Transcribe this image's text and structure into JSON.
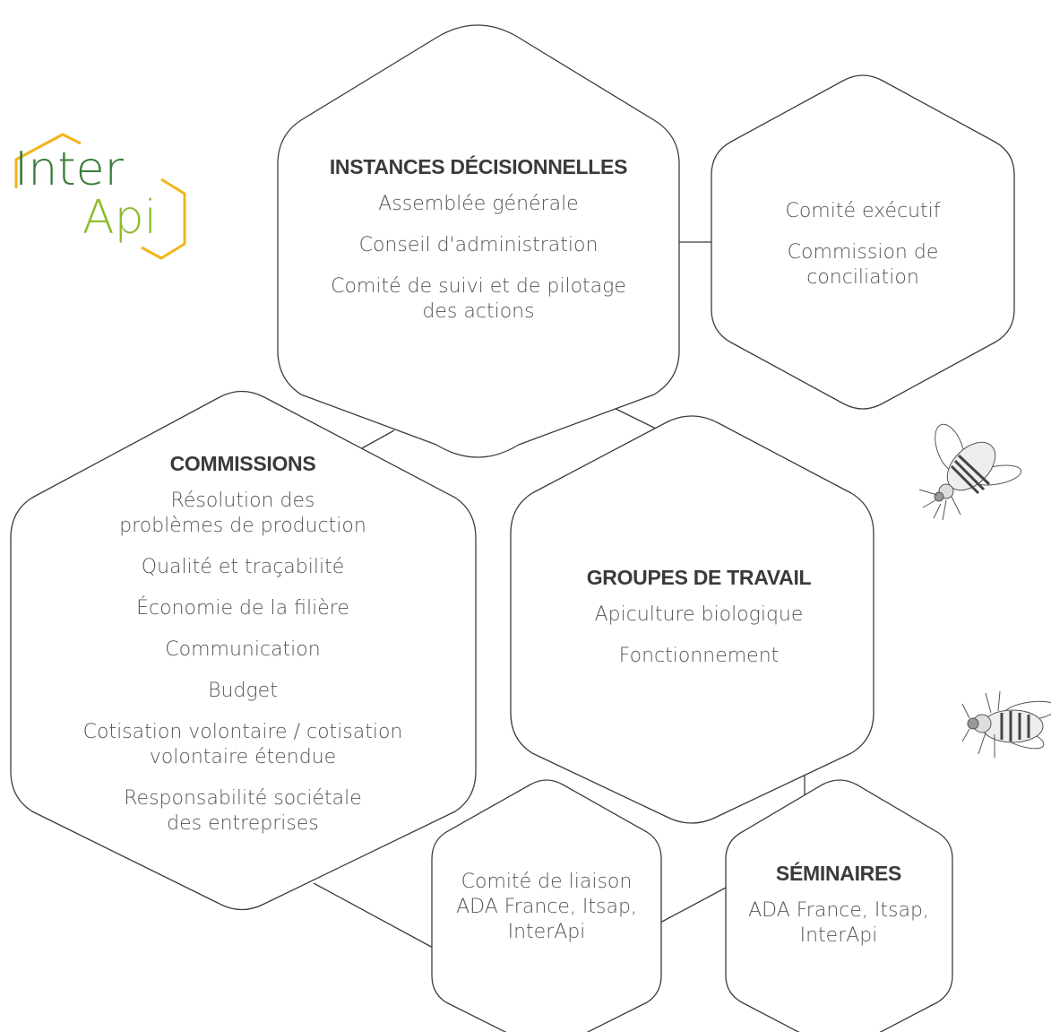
{
  "logo": {
    "line1": "Inter",
    "line2": "Api",
    "colors": {
      "inter_text": "#3a7d3a",
      "api_text": "#8dbb2c",
      "frame": "#f2b41c"
    }
  },
  "hexagons": [
    {
      "id": "instances",
      "title": "INSTANCES DÉCISIONNELLES",
      "items": [
        "Assemblée générale",
        "Conseil d'administration",
        "Comité de suivi et de pilotage des actions"
      ]
    },
    {
      "id": "executif",
      "title": "",
      "items": [
        "Comité exécutif",
        "Commission de conciliation"
      ]
    },
    {
      "id": "commissions",
      "title": "COMMISSIONS",
      "items": [
        "Résolution des problèmes de production",
        "Qualité et traçabilité",
        "Économie de la filière",
        "Communication",
        "Budget",
        "Cotisation volontaire / cotisation volontaire étendue",
        "Responsabilité sociétale des entreprises"
      ]
    },
    {
      "id": "groupes",
      "title": "GROUPES DE TRAVAIL",
      "items": [
        "Apiculture biologique",
        "Fonctionnement"
      ]
    },
    {
      "id": "liaison",
      "title": "",
      "items": [
        "Comité de liaison ADA France, Itsap, InterApi"
      ]
    },
    {
      "id": "seminaires",
      "title": "SÉMINAIRES",
      "items": [
        "ADA France, Itsap, InterApi"
      ]
    }
  ],
  "decorations": [
    "bee-illustration",
    "bee-illustration"
  ],
  "colors": {
    "stroke": "#3d3d3d",
    "text": "#555555",
    "title": "#3a3a3a",
    "background": "#ffffff"
  }
}
